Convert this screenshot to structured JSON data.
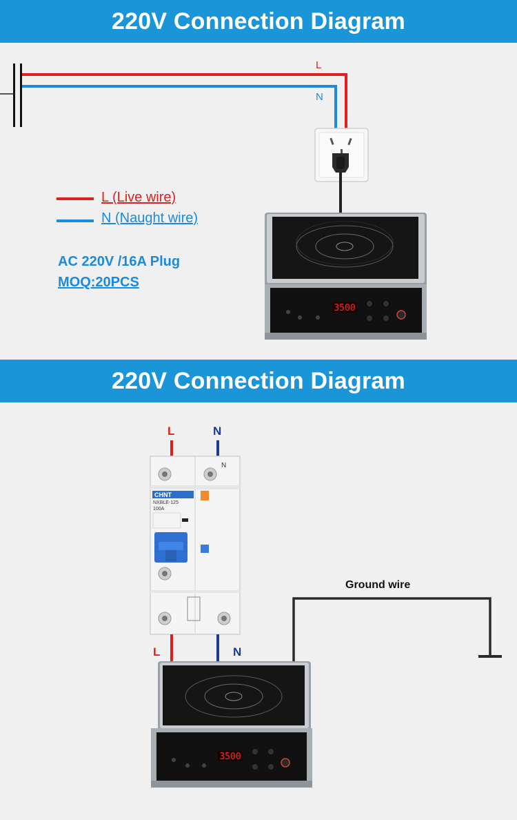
{
  "section1": {
    "title": "220V Connection Diagram",
    "wire_l": "L",
    "wire_n": "N",
    "legend": [
      {
        "label": "L (Live wire)",
        "color": "#e01e1e"
      },
      {
        "label": "N (Naught wire)",
        "color": "#1a8ae0"
      }
    ],
    "spec_line": "AC 220V /16A  Plug",
    "moq": "MOQ:20PCS",
    "cooktop_display": "3500"
  },
  "section2": {
    "title": "220V Connection Diagram",
    "breaker_top_l": "L",
    "breaker_top_n": "N",
    "breaker_bottom_l": "L",
    "breaker_bottom_n": "N",
    "breaker_brand": "CHNT",
    "breaker_model": "NXBLE-125",
    "breaker_rating": "100A",
    "breaker_terminal_n": "N",
    "ground_label": "Ground wire",
    "cooktop_display": "3500"
  },
  "colors": {
    "banner": "#1a96d8",
    "live": "#e01e1e",
    "neutral": "#1a8ae0",
    "neutral_dark": "#1a3a9a"
  }
}
